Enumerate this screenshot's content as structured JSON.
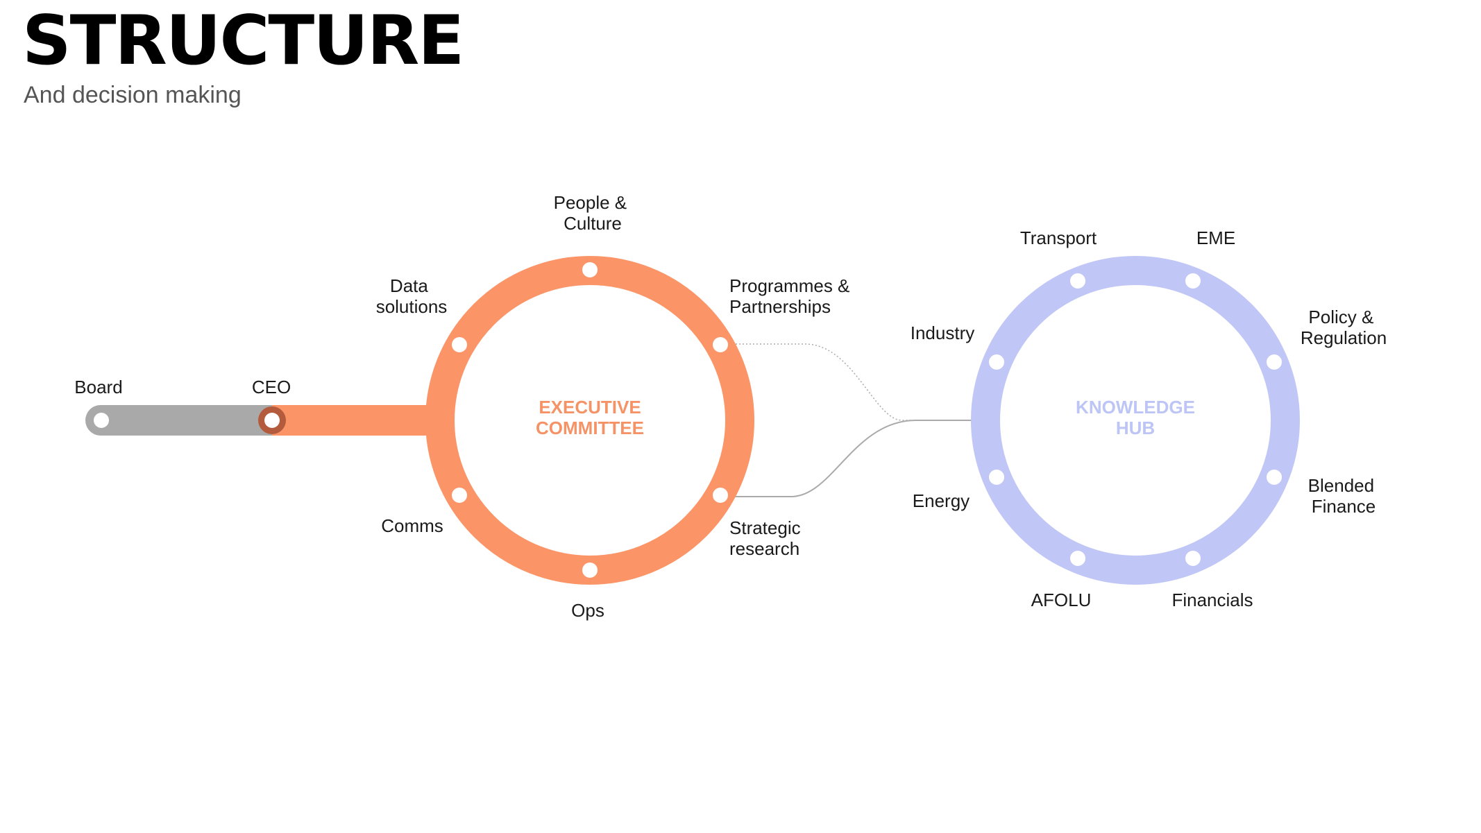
{
  "header": {
    "title": "STRUCTURE",
    "subtitle": "And decision making"
  },
  "colors": {
    "executive": "#fb9568",
    "knowledge_hub": "#c0c7f6",
    "board_line": "#a9a9a9",
    "ceo_node": "#b35b3c",
    "node_fill": "#ffffff",
    "connector": "#aaaaaa"
  },
  "chain": {
    "board_label": "Board",
    "ceo_label": "CEO"
  },
  "executive_committee": {
    "title_line1": "EXECUTIVE",
    "title_line2": "COMMITTEE",
    "nodes": {
      "people_culture": [
        "People &",
        "Culture"
      ],
      "programmes": [
        "Programmes &",
        "Partnerships"
      ],
      "strategic": [
        "Strategic",
        "research"
      ],
      "ops": [
        "Ops"
      ],
      "comms": [
        "Comms"
      ],
      "data": [
        "Data",
        "solutions"
      ]
    }
  },
  "knowledge_hub": {
    "title_line1": "KNOWLEDGE",
    "title_line2": "HUB",
    "nodes": {
      "transport": "Transport",
      "eme": "EME",
      "policy": [
        "Policy &",
        "Regulation"
      ],
      "blended": [
        "Blended",
        "Finance"
      ],
      "financials": "Financials",
      "afolu": "AFOLU",
      "energy": "Energy",
      "industry": "Industry"
    }
  }
}
